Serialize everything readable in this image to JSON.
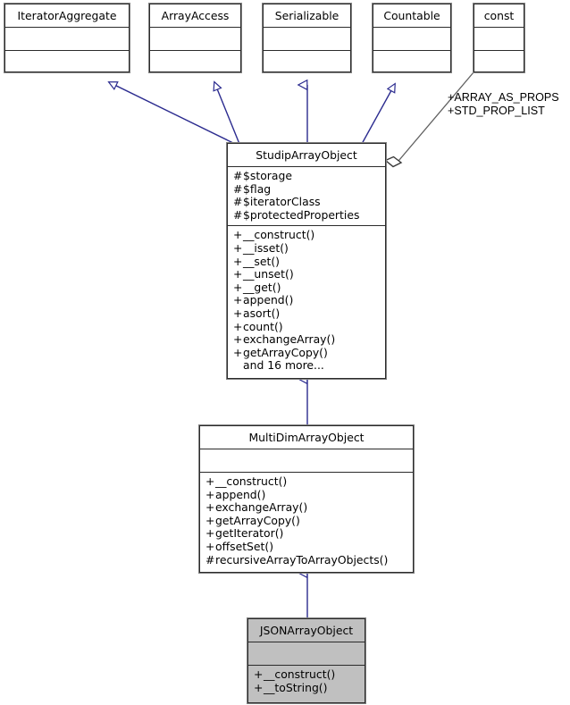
{
  "diagram": {
    "type": "uml-class-inheritance",
    "title": "StudipArrayObject class hierarchy",
    "colors": {
      "box_border": "#2b2b2b",
      "box_shadow_border": "#808080",
      "box_fill": "#ffffff",
      "highlight_fill": "#c0c0c0",
      "inheritance_edge": "#2b2b8f",
      "aggregation_edge": "#606060",
      "text": "#000000"
    },
    "classes": [
      {
        "id": "iterator-aggregate",
        "name": "IteratorAggregate",
        "attributes": [],
        "operations": [],
        "highlighted": false
      },
      {
        "id": "array-access",
        "name": "ArrayAccess",
        "attributes": [],
        "operations": [],
        "highlighted": false
      },
      {
        "id": "serializable",
        "name": "Serializable",
        "attributes": [],
        "operations": [],
        "highlighted": false
      },
      {
        "id": "countable",
        "name": "Countable",
        "attributes": [],
        "operations": [],
        "highlighted": false
      },
      {
        "id": "const",
        "name": "const",
        "attributes": [],
        "operations": [],
        "highlighted": false
      },
      {
        "id": "studip-array-object",
        "name": "StudipArrayObject",
        "attributes": [
          {
            "visibility": "#",
            "label": "$storage"
          },
          {
            "visibility": "#",
            "label": "$flag"
          },
          {
            "visibility": "#",
            "label": "$iteratorClass"
          },
          {
            "visibility": "#",
            "label": "$protectedProperties"
          }
        ],
        "operations": [
          {
            "visibility": "+",
            "label": "__construct()"
          },
          {
            "visibility": "+",
            "label": "__isset()"
          },
          {
            "visibility": "+",
            "label": "__set()"
          },
          {
            "visibility": "+",
            "label": "__unset()"
          },
          {
            "visibility": "+",
            "label": "__get()"
          },
          {
            "visibility": "+",
            "label": "append()"
          },
          {
            "visibility": "+",
            "label": "asort()"
          },
          {
            "visibility": "+",
            "label": "count()"
          },
          {
            "visibility": "+",
            "label": "exchangeArray()"
          },
          {
            "visibility": "+",
            "label": "getArrayCopy()"
          },
          {
            "visibility": "",
            "label": "and 16 more..."
          }
        ],
        "highlighted": false
      },
      {
        "id": "multi-dim-array-object",
        "name": "MultiDimArrayObject",
        "attributes": [],
        "operations": [
          {
            "visibility": "+",
            "label": "__construct()"
          },
          {
            "visibility": "+",
            "label": "append()"
          },
          {
            "visibility": "+",
            "label": "exchangeArray()"
          },
          {
            "visibility": "+",
            "label": "getArrayCopy()"
          },
          {
            "visibility": "+",
            "label": "getIterator()"
          },
          {
            "visibility": "+",
            "label": "offsetSet()"
          },
          {
            "visibility": "#",
            "label": "recursiveArrayToArrayObjects()"
          }
        ],
        "highlighted": false
      },
      {
        "id": "json-array-object",
        "name": "JSONArrayObject",
        "attributes": [],
        "operations": [
          {
            "visibility": "+",
            "label": "__construct()"
          },
          {
            "visibility": "+",
            "label": "__toString()"
          }
        ],
        "highlighted": true
      }
    ],
    "edges": [
      {
        "id": "edge-studip-iterator-aggregate",
        "kind": "inheritance",
        "from": "studip-array-object",
        "to": "iterator-aggregate"
      },
      {
        "id": "edge-studip-array-access",
        "kind": "inheritance",
        "from": "studip-array-object",
        "to": "array-access"
      },
      {
        "id": "edge-studip-serializable",
        "kind": "inheritance",
        "from": "studip-array-object",
        "to": "serializable"
      },
      {
        "id": "edge-studip-countable",
        "kind": "inheritance",
        "from": "studip-array-object",
        "to": "countable"
      },
      {
        "id": "edge-studip-const",
        "kind": "aggregation",
        "from": "studip-array-object",
        "to": "const",
        "label_lines": [
          "+ARRAY_AS_PROPS",
          "+STD_PROP_LIST"
        ]
      },
      {
        "id": "edge-multidim-studip",
        "kind": "inheritance",
        "from": "multi-dim-array-object",
        "to": "studip-array-object"
      },
      {
        "id": "edge-json-multidim",
        "kind": "inheritance",
        "from": "json-array-object",
        "to": "multi-dim-array-object"
      }
    ],
    "annotations": [
      {
        "id": "const-members",
        "lines": [
          "+ARRAY_AS_PROPS",
          "+STD_PROP_LIST"
        ]
      }
    ]
  }
}
